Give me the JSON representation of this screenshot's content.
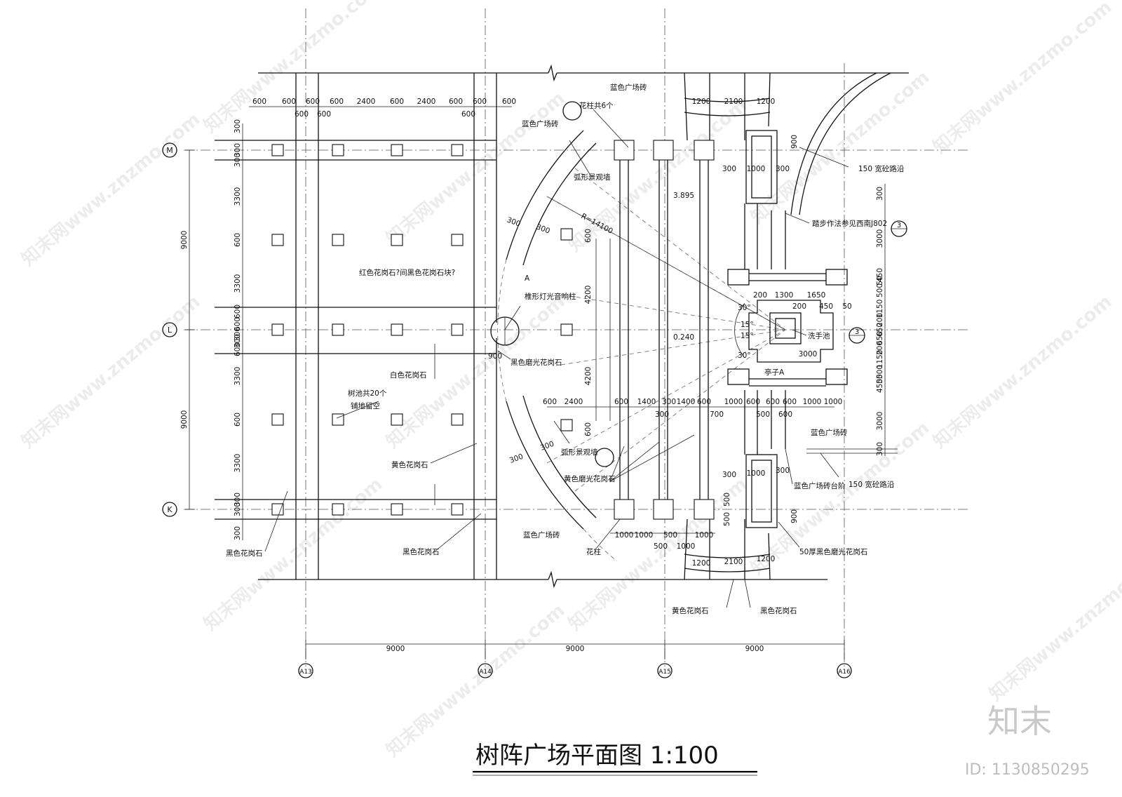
{
  "title": "树阵广场平面图  1:100",
  "brand": {
    "logo": "知末",
    "id": "ID: 1130850295"
  },
  "watermark": "知末网www.znzmo.com",
  "axes": {
    "columns": [
      "A13",
      "A14",
      "A15",
      "A16"
    ],
    "rows": [
      "M",
      "L",
      "K"
    ],
    "span": "9000"
  },
  "top_dims": [
    "600",
    "600",
    "600",
    "600",
    "2400",
    "600",
    "2400",
    "600",
    "600",
    "600"
  ],
  "top_dims_lower": [
    "600",
    "600",
    "600"
  ],
  "left_dims": [
    "300",
    "300",
    "300",
    "3300",
    "600",
    "3300",
    "600",
    "600",
    "300",
    "300",
    "600",
    "3300",
    "600",
    "3300",
    "300",
    "300",
    "300"
  ],
  "left_overall": [
    "9000",
    "9000"
  ],
  "mid_dims": [
    "900",
    "4200",
    "4200",
    "300",
    "300",
    "600",
    "600",
    "300",
    "300"
  ],
  "bottom_dims_row": [
    "600",
    "2400",
    "600",
    "1400",
    "300",
    "1400",
    "600",
    "1000",
    "600",
    "600",
    "600",
    "1000",
    "1000"
  ],
  "bottom_dims_row2": [
    "300",
    "700",
    "500",
    "600"
  ],
  "post_dims": [
    "1000",
    "1000",
    "500",
    "1000",
    "500",
    "1000"
  ],
  "pavilion_dims": [
    "200",
    "1300",
    "1650",
    "200",
    "450",
    "50",
    "3000"
  ],
  "pavilion_angles": [
    "30°",
    "15°",
    "15°",
    "30°"
  ],
  "stair_dims_top": [
    "1200",
    "2100",
    "1200"
  ],
  "stair_dims_bottom": [
    "1200",
    "2100",
    "1200"
  ],
  "stair_side": [
    "300",
    "1000",
    "300",
    "900",
    "300",
    "1000",
    "300",
    "500",
    "500",
    "900"
  ],
  "right_dims": [
    "300",
    "3000",
    "450",
    "50",
    "500",
    "1150",
    "200",
    "650",
    "650",
    "200",
    "1150",
    "500",
    "50",
    "450",
    "3000",
    "300"
  ],
  "level_marks": [
    "3.895",
    "0.240"
  ],
  "radius": "R=14100",
  "labels": {
    "blue_brick_top": "蓝色广场砖",
    "flower_posts": "花柱共6个",
    "blue_brick_left": "蓝色广场砖",
    "arc_wall_top": "弧形景观墙",
    "red_granite": "红色花岗石?间黑色花岗石块?",
    "light_column": "椎形灯光音响柱",
    "black_polished": "黑色磨光花岗石",
    "white_granite": "白色花岗石",
    "tree_pits": "树池共20个",
    "paving": "铺地留空",
    "yellow_granite": "黄色花岗石",
    "black_granite_left": "黑色花岗石",
    "black_granite_mid": "黑色花岗石",
    "arc_wall_bottom": "弧形景观墙",
    "yellow_polished": "黄色磨光花岗石",
    "blue_brick_bottom": "蓝色广场砖",
    "flower_post": "花柱",
    "yellow_granite_bottom": "黄色花岗石",
    "black_granite_bottom": "黑色花岗石",
    "curb_top": "150 宽砼路沿",
    "step_note": "踏步作法参见西南J802",
    "wash_basin": "洗手池",
    "pavilion": "亭子A",
    "blue_brick_right": "蓝色广场砖",
    "blue_steps": "蓝色广场砖台阶",
    "curb_bottom": "150 宽砼路沿",
    "black_50": "50厚黑色磨光花岗石",
    "label_a": "A"
  },
  "detail_refs": {
    "a": "3",
    "b": "3"
  }
}
